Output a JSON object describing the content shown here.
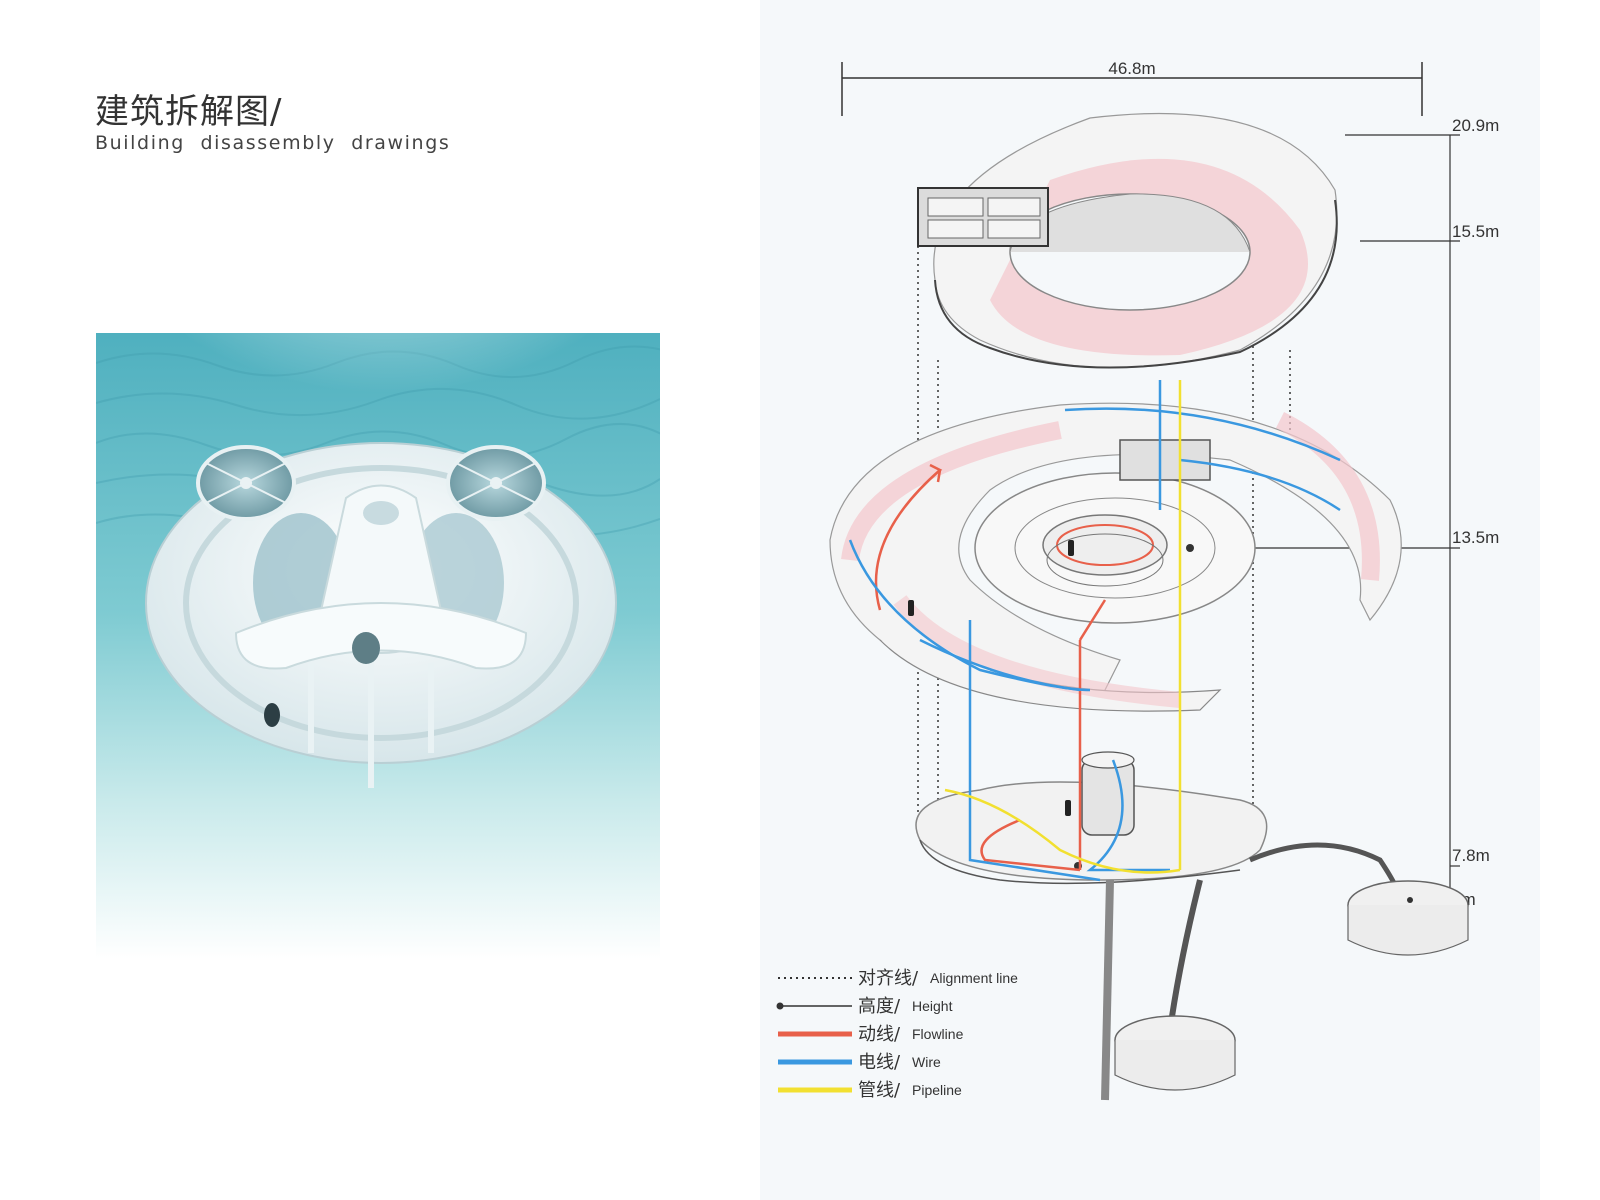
{
  "header": {
    "title_zh": "建筑拆解图/",
    "title_en": "Building disassembly drawings"
  },
  "diagram": {
    "width_dim": "46.8m",
    "heights": [
      "20.9m",
      "15.5m",
      "13.5m",
      "7.8m",
      "0m"
    ]
  },
  "legend": [
    {
      "zh": "对齐线/",
      "en": "Alignment line",
      "style": "dotted",
      "color": "#333333"
    },
    {
      "zh": "高度/",
      "en": "Height",
      "style": "dot-line",
      "color": "#333333"
    },
    {
      "zh": "动线/",
      "en": "Flowline",
      "style": "solid",
      "color": "#e8604a"
    },
    {
      "zh": "电线/",
      "en": "Wire",
      "style": "solid",
      "color": "#3a98e0"
    },
    {
      "zh": "管线/",
      "en": "Pipeline",
      "style": "solid",
      "color": "#f2e030"
    }
  ],
  "colors": {
    "flowline": "#e8604a",
    "wire": "#3a98e0",
    "pipeline": "#f2e030",
    "highlight": "#f4c6cc",
    "water": "#5fb8c4"
  }
}
